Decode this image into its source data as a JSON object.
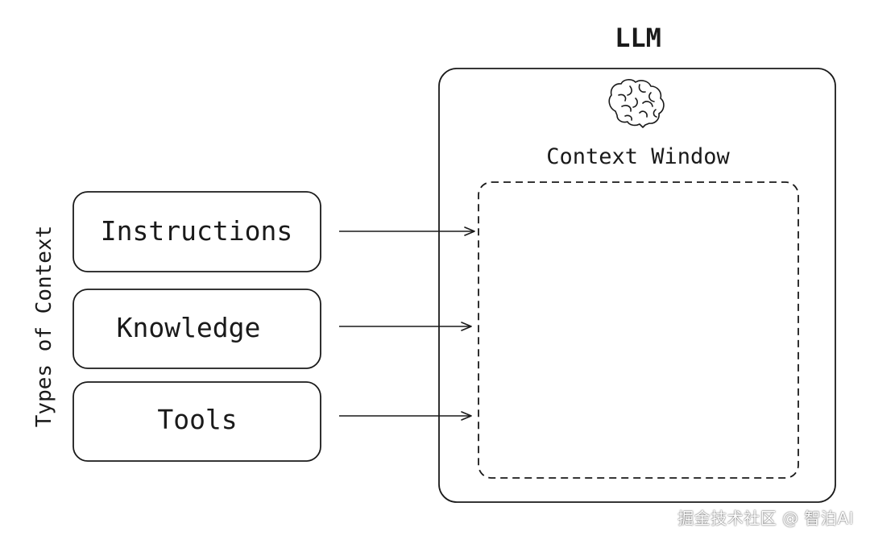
{
  "llm_title": "LLM",
  "context_window_label": "Context Window",
  "side_label": "Types of Context",
  "context_items": [
    {
      "label": "Instructions"
    },
    {
      "label": "Knowledge"
    },
    {
      "label": "Tools"
    }
  ],
  "watermark": "掘金技术社区 @ 智泊AI",
  "colors": {
    "ink": "#1a1a1a",
    "background": "#ffffff"
  },
  "icons": {
    "llm": "brain-icon"
  }
}
